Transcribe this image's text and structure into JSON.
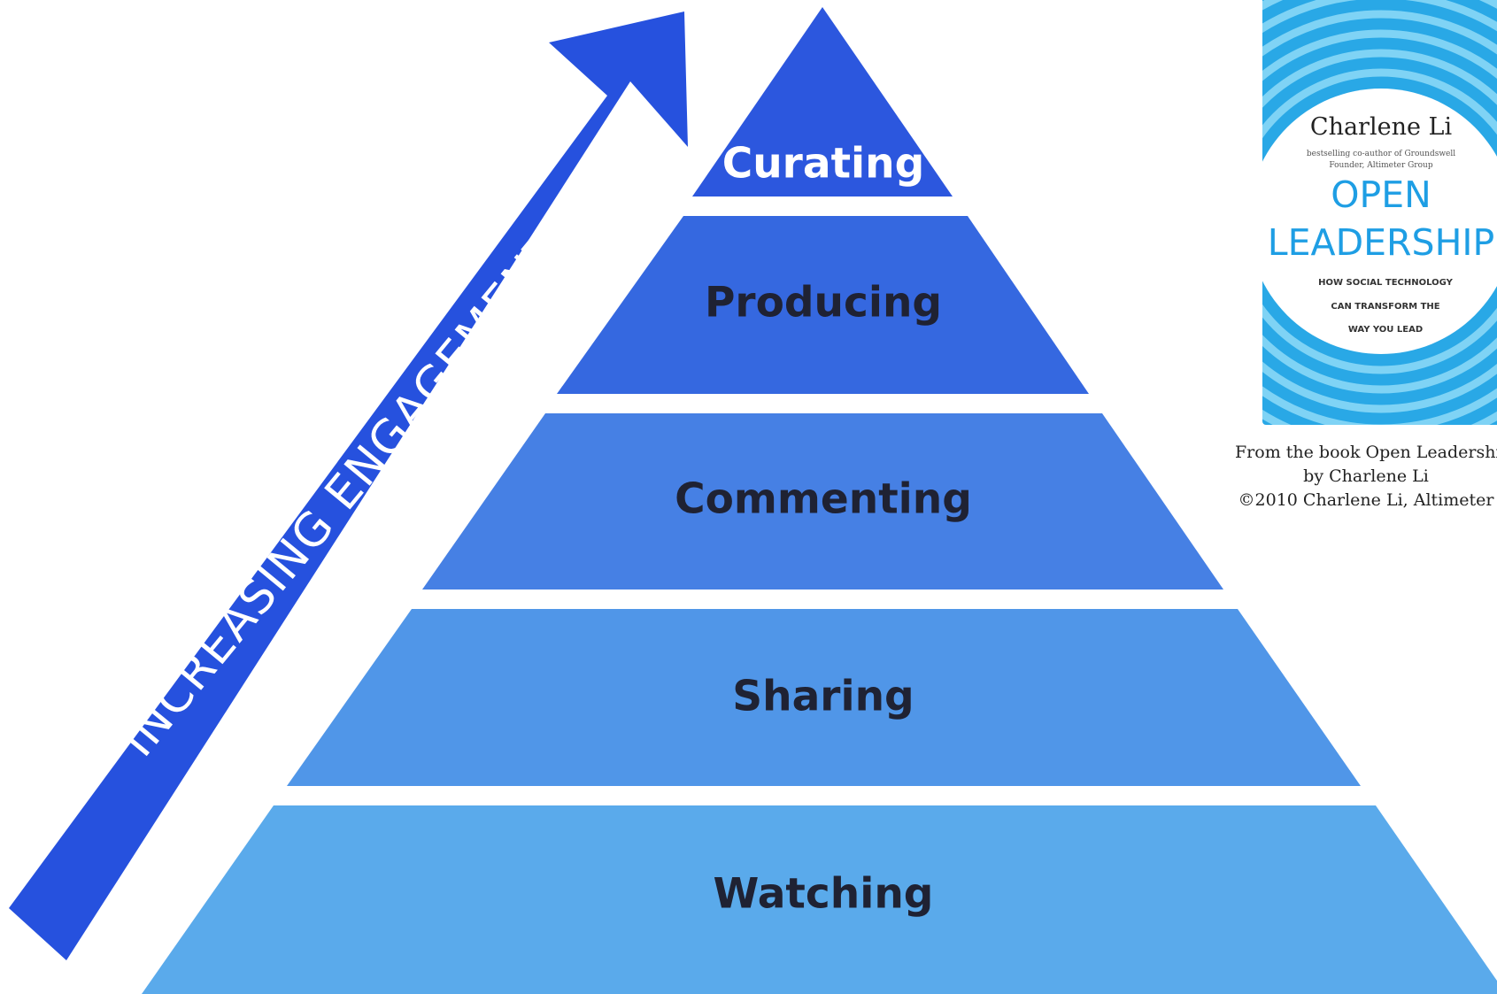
{
  "diagram": {
    "tiers": [
      {
        "label": "Curating",
        "fill": "#2c57de",
        "text_color": "#ffffff"
      },
      {
        "label": "Producing",
        "fill": "#3568e0",
        "text_color": "#1f2233"
      },
      {
        "label": "Commenting",
        "fill": "#4680e4",
        "text_color": "#1f2233"
      },
      {
        "label": "Sharing",
        "fill": "#5096e8",
        "text_color": "#1f2233"
      },
      {
        "label": "Watching",
        "fill": "#5aaaeb",
        "text_color": "#1f2233"
      }
    ],
    "arrow_label": "INCREASING ENGAGEMENT",
    "arrow_color": "#2651de"
  },
  "book": {
    "author": "Charlene Li",
    "subtitle_credit_1": "bestselling co-author of Groundswell",
    "subtitle_credit_2": "Founder, Altimeter Group",
    "title_line_1": "OPEN",
    "title_line_2": "LEADERSHIP",
    "tagline_1": "HOW SOCIAL TECHNOLOGY",
    "tagline_2": "CAN TRANSFORM THE",
    "tagline_3": "WAY YOU LEAD",
    "cover_color": "#29a8e6",
    "title_color": "#1e9ee4"
  },
  "caption": {
    "line_1": "From the book Open Leadership",
    "line_2": "by Charlene Li",
    "line_3": "©2010 Charlene Li, Altimeter"
  }
}
